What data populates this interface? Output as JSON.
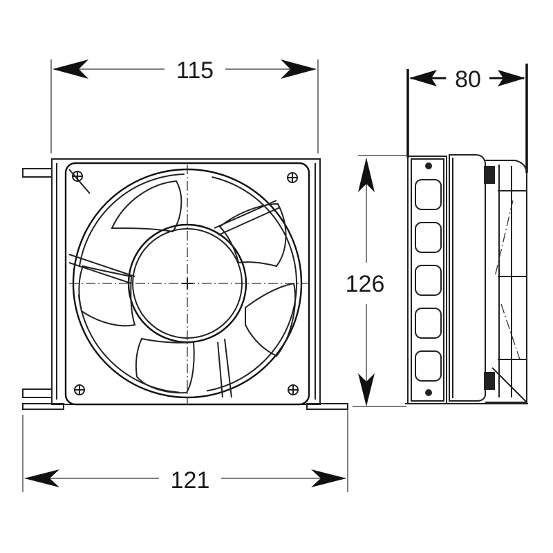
{
  "diagram": {
    "title": "Fan dimension drawing",
    "views": [
      {
        "name": "front-view",
        "description": "Axial fan with bracket, front view"
      },
      {
        "name": "side-view",
        "description": "Axial fan with bracket, side view"
      }
    ],
    "dimensions": {
      "width_top": {
        "label": "115"
      },
      "width_bottom": {
        "label": "121"
      },
      "height_side": {
        "label": "126"
      },
      "depth_side": {
        "label": "80"
      }
    },
    "colors": {
      "line": "#111111",
      "dimension_line": "#555555",
      "background": "#ffffff"
    }
  }
}
